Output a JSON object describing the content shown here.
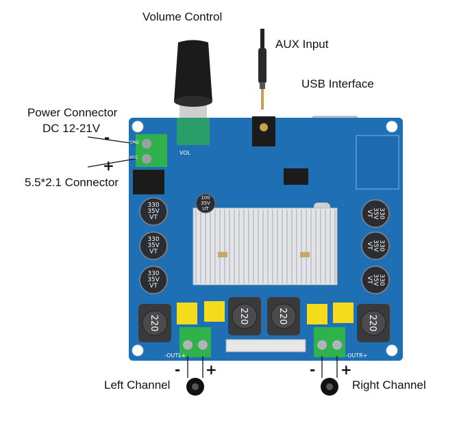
{
  "labels": {
    "volume_control": "Volume Control",
    "aux_input": "AUX Input",
    "usb_interface": "USB Interface",
    "power_connector": "Power Connector",
    "power_voltage": "DC 12-21V",
    "power_minus": "-",
    "power_plus": "+",
    "connector_size": "5.5*2.1 Connector",
    "left_channel": "Left Channel",
    "right_channel": "Right Channel",
    "left_minus": "-",
    "left_plus": "+",
    "right_minus": "-",
    "right_plus": "+"
  },
  "silkscreen": {
    "vol": "VOL",
    "outl": "-OUTL+",
    "outr": "-OUTR+",
    "gnd": "GND",
    "vcc": "VCC"
  },
  "capacitors": {
    "value": "330",
    "voltage": "35V",
    "series": "VT"
  },
  "small_cap": {
    "value": "100",
    "voltage": "35V",
    "series": "UT"
  },
  "inductor_value": "220",
  "colors": {
    "pcb": "#1f6fb5",
    "pcb_dark": "#175a96",
    "heatsink": "#e2e4e8",
    "terminal": "#2fb24b",
    "capacitor": "#2b2d33",
    "inductor": "#3a3a3c",
    "yellow_cap": "#f4dc1c"
  }
}
